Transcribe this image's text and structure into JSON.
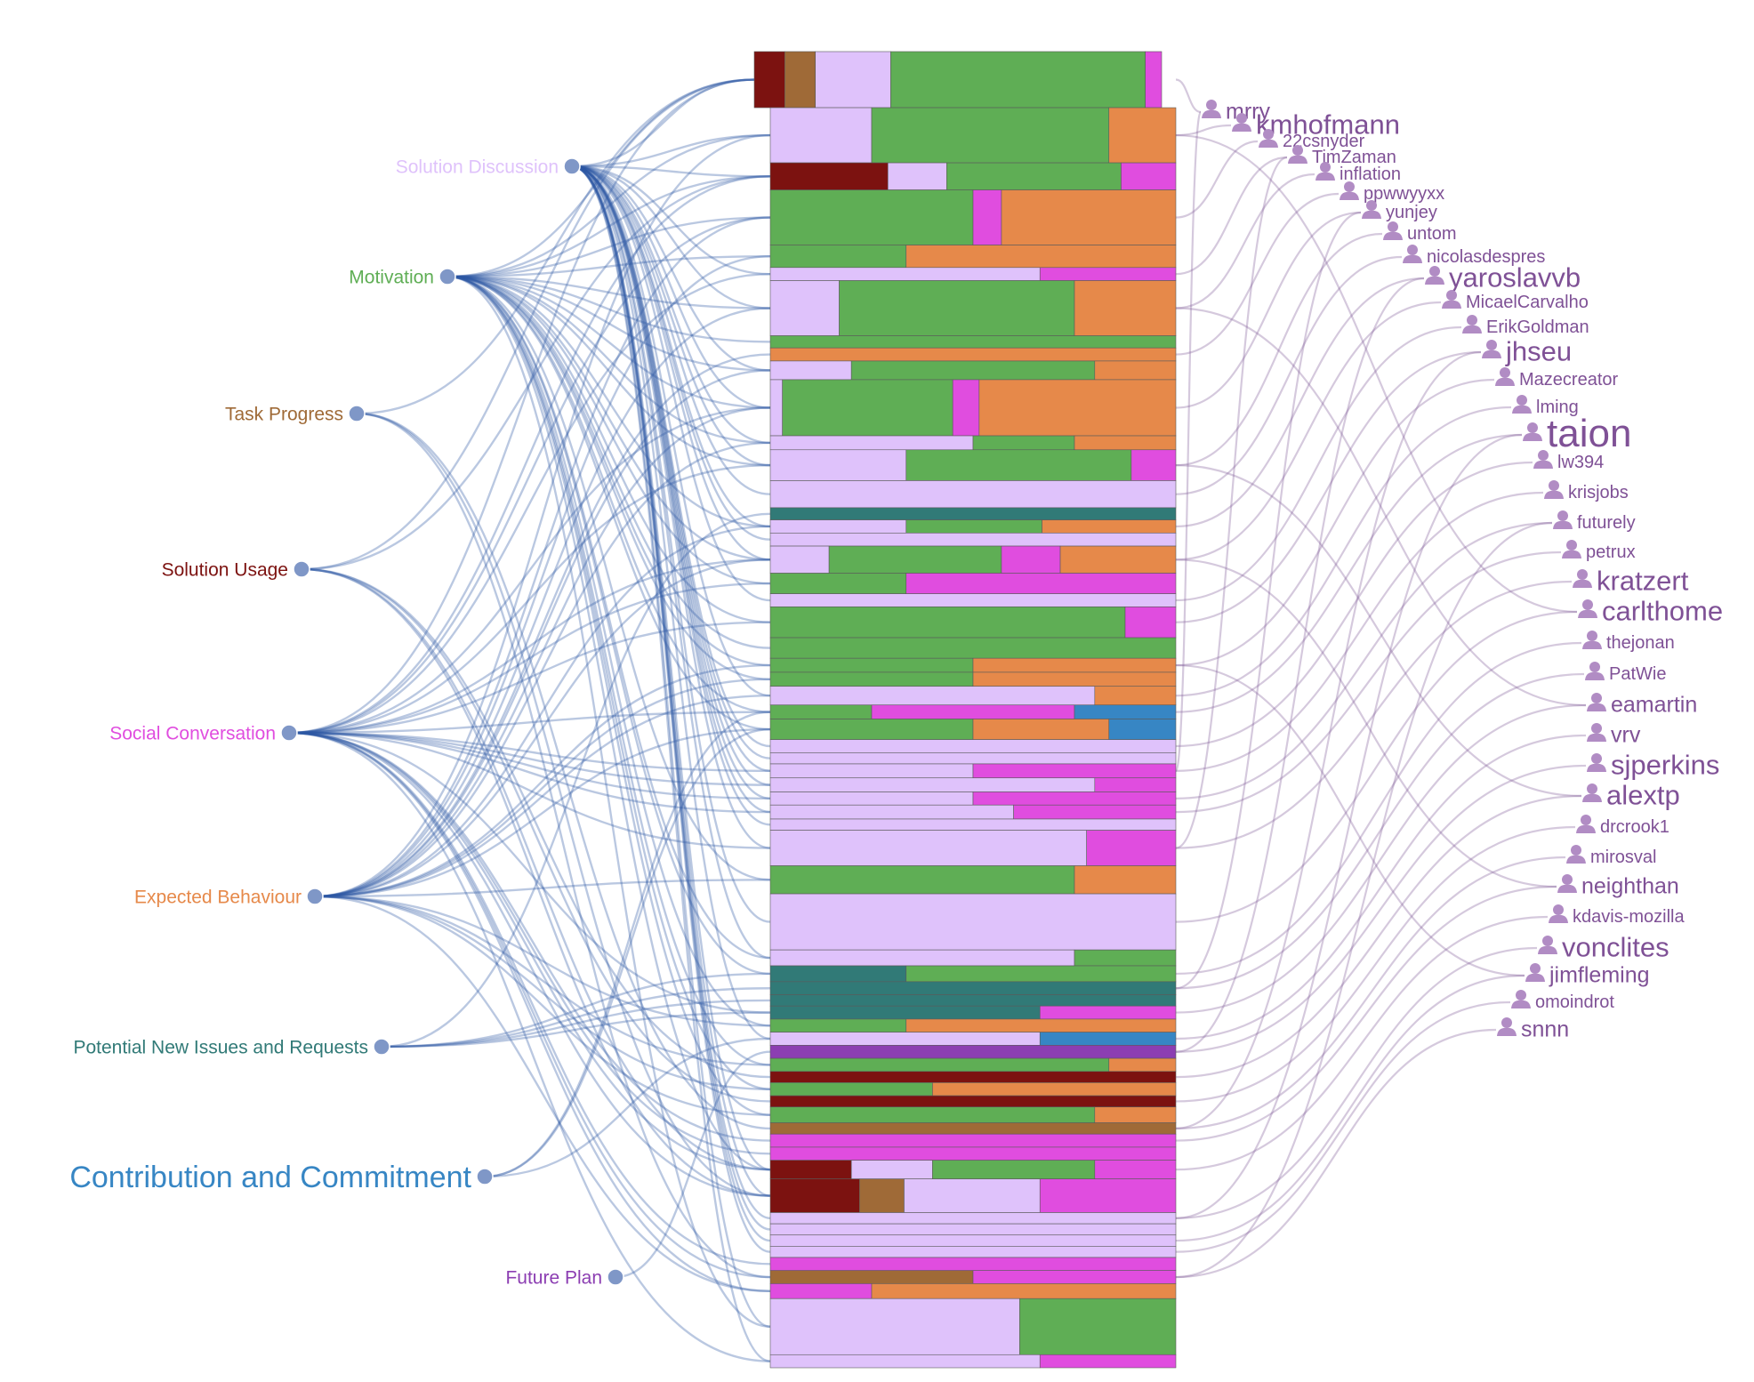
{
  "colors": {
    "solution_discussion": "#dfc2fb",
    "motivation": "#5fae55",
    "task_progress": "#9f6a37",
    "solution_usage": "#7c1210",
    "social_conversation": "#e04ddf",
    "expected_behaviour": "#e6894a",
    "potential_new_issues": "#317a77",
    "contribution_commitment": "#3786c4",
    "future_plan": "#8c3eb2",
    "left_link": "#2f57a3",
    "right_link": "#7f5b97",
    "user_icon": "#b18cc4",
    "user_text": "#7f5196"
  },
  "categories": [
    {
      "id": "SD",
      "label": "Solution Discussion",
      "color": "#dfc2fb"
    },
    {
      "id": "MO",
      "label": "Motivation",
      "color": "#5fae55"
    },
    {
      "id": "TP",
      "label": "Task Progress",
      "color": "#9f6a37"
    },
    {
      "id": "SU",
      "label": "Solution Usage",
      "color": "#7c1210"
    },
    {
      "id": "SC",
      "label": "Social Conversation",
      "color": "#e04ddf"
    },
    {
      "id": "EB",
      "label": "Expected Behaviour",
      "color": "#e6894a"
    },
    {
      "id": "PN",
      "label": "Potential New Issues and Requests",
      "color": "#317a77"
    },
    {
      "id": "CC",
      "label": "Contribution and Commitment",
      "color": "#3786c4"
    },
    {
      "id": "FP",
      "label": "Future Plan",
      "color": "#8c3eb2"
    }
  ],
  "comments": [
    {
      "segments": [
        [
          "SU",
          0.075
        ],
        [
          "TP",
          0.075
        ],
        [
          "SD",
          0.185
        ],
        [
          "MO",
          0.625
        ],
        [
          "SC",
          0.04
        ]
      ]
    },
    {
      "segments": [
        [
          "SD",
          0.25
        ],
        [
          "MO",
          0.585
        ],
        [
          "EB",
          0.165
        ]
      ]
    },
    {
      "segments": [
        [
          "SU",
          0.29
        ],
        [
          "SD",
          0.145
        ],
        [
          "MO",
          0.43
        ],
        [
          "SC",
          0.135
        ]
      ]
    },
    {
      "segments": [
        [
          "MO",
          0.5
        ],
        [
          "SC",
          0.07
        ],
        [
          "EB",
          0.43
        ]
      ]
    },
    {
      "segments": [
        [
          "MO",
          0.335
        ],
        [
          "EB",
          0.665
        ]
      ]
    },
    {
      "segments": [
        [
          "SD",
          0.665
        ],
        [
          "SC",
          0.335
        ]
      ]
    },
    {
      "segments": [
        [
          "SD",
          0.17
        ],
        [
          "MO",
          0.58
        ],
        [
          "EB",
          0.25
        ]
      ]
    },
    {
      "segments": [
        [
          "MO",
          1.0
        ]
      ]
    },
    {
      "segments": [
        [
          "EB",
          1.0
        ]
      ]
    },
    {
      "segments": [
        [
          "SD",
          0.2
        ],
        [
          "MO",
          0.6
        ],
        [
          "EB",
          0.2
        ]
      ]
    },
    {
      "segments": [
        [
          "SD",
          0.03
        ],
        [
          "MO",
          0.42
        ],
        [
          "SC",
          0.065
        ],
        [
          "EB",
          0.485
        ]
      ]
    },
    {
      "segments": [
        [
          "SD",
          0.5
        ],
        [
          "MO",
          0.25
        ],
        [
          "EB",
          0.25
        ]
      ]
    },
    {
      "segments": [
        [
          "SD",
          0.335
        ],
        [
          "MO",
          0.555
        ],
        [
          "SC",
          0.11
        ]
      ]
    },
    {
      "segments": [
        [
          "SD",
          1.0
        ]
      ]
    },
    {
      "segments": [
        [
          "PN",
          1.0
        ]
      ]
    },
    {
      "segments": [
        [
          "SD",
          0.335
        ],
        [
          "MO",
          0.335
        ],
        [
          "EB",
          0.33
        ]
      ]
    },
    {
      "segments": [
        [
          "SD",
          1.0
        ]
      ]
    },
    {
      "segments": [
        [
          "SD",
          0.145
        ],
        [
          "MO",
          0.425
        ],
        [
          "SC",
          0.145
        ],
        [
          "EB",
          0.285
        ]
      ]
    },
    {
      "segments": [
        [
          "MO",
          0.335
        ],
        [
          "SC",
          0.665
        ]
      ]
    },
    {
      "segments": [
        [
          "SD",
          1.0
        ]
      ]
    },
    {
      "segments": [
        [
          "MO",
          0.875
        ],
        [
          "SC",
          0.125
        ]
      ]
    },
    {
      "segments": [
        [
          "MO",
          1.0
        ]
      ]
    },
    {
      "segments": [
        [
          "MO",
          0.5
        ],
        [
          "EB",
          0.5
        ]
      ]
    },
    {
      "segments": [
        [
          "MO",
          0.5
        ],
        [
          "EB",
          0.5
        ]
      ]
    },
    {
      "segments": [
        [
          "SD",
          0.8
        ],
        [
          "EB",
          0.2
        ]
      ]
    },
    {
      "segments": [
        [
          "MO",
          0.25
        ],
        [
          "SC",
          0.5
        ],
        [
          "CC",
          0.25
        ]
      ]
    },
    {
      "segments": [
        [
          "MO",
          0.5
        ],
        [
          "EB",
          0.335
        ],
        [
          "CC",
          0.165
        ]
      ]
    },
    {
      "segments": [
        [
          "SD",
          1.0
        ]
      ]
    },
    {
      "segments": [
        [
          "SD",
          1.0
        ]
      ]
    },
    {
      "segments": [
        [
          "SD",
          0.5
        ],
        [
          "SC",
          0.5
        ]
      ]
    },
    {
      "segments": [
        [
          "SD",
          0.8
        ],
        [
          "SC",
          0.2
        ]
      ]
    },
    {
      "segments": [
        [
          "SD",
          0.5
        ],
        [
          "SC",
          0.5
        ]
      ]
    },
    {
      "segments": [
        [
          "SD",
          0.6
        ],
        [
          "SC",
          0.4
        ]
      ]
    },
    {
      "segments": [
        [
          "SD",
          1.0
        ]
      ]
    },
    {
      "segments": [
        [
          "SD",
          0.78
        ],
        [
          "SC",
          0.22
        ]
      ]
    },
    {
      "segments": [
        [
          "MO",
          0.75
        ],
        [
          "EB",
          0.25
        ]
      ]
    },
    {
      "segments": [
        [
          "SD",
          1.0
        ]
      ]
    },
    {
      "segments": [
        [
          "SD",
          0.75
        ],
        [
          "MO",
          0.25
        ]
      ]
    },
    {
      "segments": [
        [
          "PN",
          0.335
        ],
        [
          "MO",
          0.665
        ]
      ]
    },
    {
      "segments": [
        [
          "PN",
          1.0
        ]
      ]
    },
    {
      "segments": [
        [
          "PN",
          1.0
        ]
      ]
    },
    {
      "segments": [
        [
          "PN",
          0.665
        ],
        [
          "SC",
          0.335
        ]
      ]
    },
    {
      "segments": [
        [
          "MO",
          0.335
        ],
        [
          "EB",
          0.665
        ]
      ]
    },
    {
      "segments": [
        [
          "SD",
          0.665
        ],
        [
          "CC",
          0.335
        ]
      ]
    },
    {
      "segments": [
        [
          "FP",
          1.0
        ]
      ]
    },
    {
      "segments": [
        [
          "MO",
          0.835
        ],
        [
          "EB",
          0.165
        ]
      ]
    },
    {
      "segments": [
        [
          "SU",
          1.0
        ]
      ]
    },
    {
      "segments": [
        [
          "MO",
          0.4
        ],
        [
          "EB",
          0.6
        ]
      ]
    },
    {
      "segments": [
        [
          "SU",
          1.0
        ]
      ]
    },
    {
      "segments": [
        [
          "MO",
          0.8
        ],
        [
          "EB",
          0.2
        ]
      ]
    },
    {
      "segments": [
        [
          "TP",
          1.0
        ]
      ]
    },
    {
      "segments": [
        [
          "SC",
          1.0
        ]
      ]
    },
    {
      "segments": [
        [
          "SC",
          1.0
        ]
      ]
    },
    {
      "segments": [
        [
          "SU",
          0.2
        ],
        [
          "SD",
          0.2
        ],
        [
          "MO",
          0.4
        ],
        [
          "SC",
          0.2
        ]
      ]
    },
    {
      "segments": [
        [
          "SU",
          0.22
        ],
        [
          "TP",
          0.11
        ],
        [
          "SD",
          0.335
        ],
        [
          "SC",
          0.335
        ]
      ]
    },
    {
      "segments": [
        [
          "SD",
          1.0
        ]
      ]
    },
    {
      "segments": [
        [
          "SD",
          1.0
        ]
      ]
    },
    {
      "segments": [
        [
          "SD",
          1.0
        ]
      ]
    },
    {
      "segments": [
        [
          "SD",
          1.0
        ]
      ]
    },
    {
      "segments": [
        [
          "SC",
          1.0
        ]
      ]
    },
    {
      "segments": [
        [
          "TP",
          0.5
        ],
        [
          "SC",
          0.5
        ]
      ]
    },
    {
      "segments": [
        [
          "SC",
          0.25
        ],
        [
          "EB",
          0.75
        ]
      ]
    },
    {
      "segments": [
        [
          "SD",
          0.615
        ],
        [
          "MO",
          0.385
        ]
      ]
    },
    {
      "segments": [
        [
          "SD",
          0.665
        ],
        [
          "SC",
          0.335
        ]
      ]
    }
  ],
  "users": [
    {
      "name": "mrry",
      "size": "md"
    },
    {
      "name": "kmhofmann",
      "size": "lg"
    },
    {
      "name": "22csnyder",
      "size": "sm"
    },
    {
      "name": "TimZaman",
      "size": "sm"
    },
    {
      "name": "inflation",
      "size": "sm"
    },
    {
      "name": "ppwwyyxx",
      "size": "sm"
    },
    {
      "name": "yunjey",
      "size": "sm"
    },
    {
      "name": "untom",
      "size": "sm"
    },
    {
      "name": "nicolasdespres",
      "size": "sm"
    },
    {
      "name": "yaroslavvb",
      "size": "lg"
    },
    {
      "name": "MicaelCarvalho",
      "size": "sm"
    },
    {
      "name": "ErikGoldman",
      "size": "sm"
    },
    {
      "name": "jhseu",
      "size": "lg"
    },
    {
      "name": "Mazecreator",
      "size": "sm"
    },
    {
      "name": "lming",
      "size": "sm"
    },
    {
      "name": "taion",
      "size": "xl"
    },
    {
      "name": "lw394",
      "size": "sm"
    },
    {
      "name": "krisjobs",
      "size": "sm"
    },
    {
      "name": "futurely",
      "size": "sm"
    },
    {
      "name": "petrux",
      "size": "sm"
    },
    {
      "name": "kratzert",
      "size": "lg"
    },
    {
      "name": "carlthome",
      "size": "lg"
    },
    {
      "name": "thejonan",
      "size": "sm"
    },
    {
      "name": "PatWie",
      "size": "sm"
    },
    {
      "name": "eamartin",
      "size": "md"
    },
    {
      "name": "vrv",
      "size": "md"
    },
    {
      "name": "sjperkins",
      "size": "lg"
    },
    {
      "name": "alextp",
      "size": "lg"
    },
    {
      "name": "drcrook1",
      "size": "sm"
    },
    {
      "name": "mirosval",
      "size": "sm"
    },
    {
      "name": "neighthan",
      "size": "md"
    },
    {
      "name": "kdavis-mozilla",
      "size": "sm"
    },
    {
      "name": "vonclites",
      "size": "lg"
    },
    {
      "name": "jimfleming",
      "size": "md"
    },
    {
      "name": "omoindrot",
      "size": "sm"
    },
    {
      "name": "snnn",
      "size": "md"
    }
  ]
}
